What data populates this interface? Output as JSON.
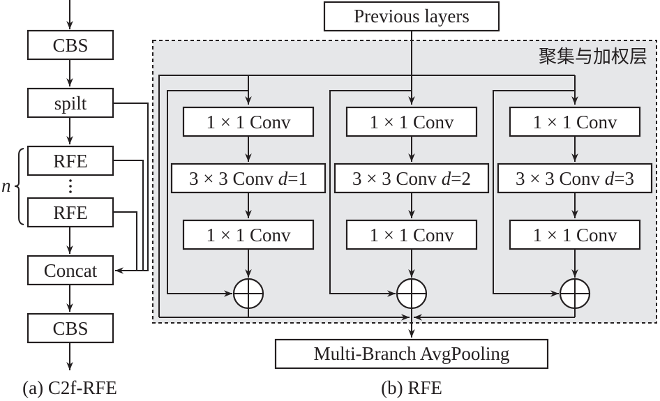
{
  "left_panel": {
    "caption": "(a) C2f-RFE",
    "blocks": {
      "cbs_top": "CBS",
      "split": "spilt",
      "rfe_first": "RFE",
      "ellipsis": "⋮",
      "rfe_last": "RFE",
      "concat": "Concat",
      "cbs_bottom": "CBS"
    },
    "repeat_label": "n"
  },
  "right_panel": {
    "caption": "(b) RFE",
    "input_block": "Previous layers",
    "region_label": "聚集与加权层",
    "output_block": "Multi-Branch AvgPooling",
    "colors": {
      "region_fill": "#e6e7e9",
      "line": "#231f20"
    },
    "branches": [
      {
        "conv1": "1 × 1 Conv",
        "conv3_prefix": "3 × 3 Conv ",
        "dilation_var": "d",
        "dilation_val": "=1",
        "conv1b": "1 × 1 Conv",
        "add_symbol": "⊕"
      },
      {
        "conv1": "1 × 1 Conv",
        "conv3_prefix": "3 × 3 Conv ",
        "dilation_var": "d",
        "dilation_val": "=2",
        "conv1b": "1 × 1 Conv",
        "add_symbol": "⊕"
      },
      {
        "conv1": "1 × 1 Conv",
        "conv3_prefix": "3 × 3 Conv ",
        "dilation_var": "d",
        "dilation_val": "=3",
        "conv1b": "1 × 1 Conv",
        "add_symbol": "⊕"
      }
    ]
  }
}
